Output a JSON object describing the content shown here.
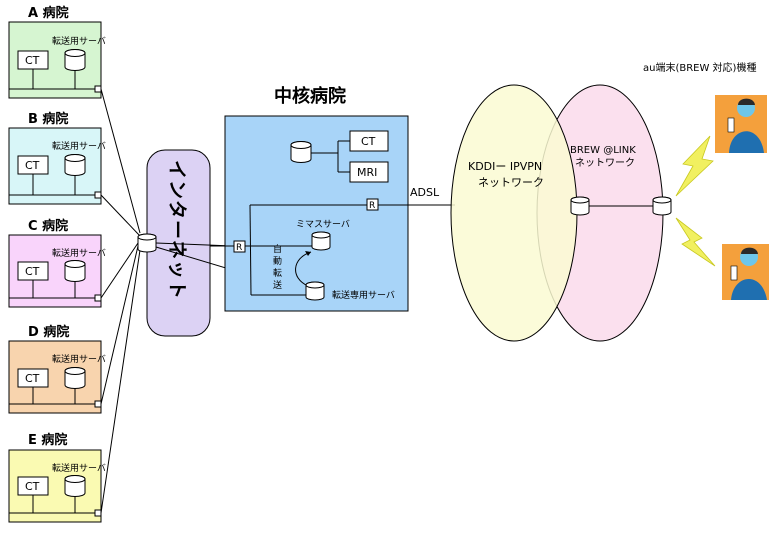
{
  "colors": {
    "hospital_a": "#d6f5d1",
    "hospital_b": "#d8f6f8",
    "hospital_c": "#f9d4fb",
    "hospital_d": "#f8d4ae",
    "hospital_e": "#fafab2",
    "internet": "#dcd2f4",
    "core": "#a8d4f8",
    "kddi": "#fafad2",
    "brew": "#fbe0ee",
    "bolt": "#f1f060"
  },
  "hospitals": [
    {
      "label": "A 病院",
      "server": "転送用サーバ",
      "device": "CT"
    },
    {
      "label": "B 病院",
      "server": "転送用サーバ",
      "device": "CT"
    },
    {
      "label": "C 病院",
      "server": "転送用サーバ",
      "device": "CT"
    },
    {
      "label": "D 病院",
      "server": "転送用サーバ",
      "device": "CT"
    },
    {
      "label": "E 病院",
      "server": "転送用サーバ",
      "device": "CT"
    }
  ],
  "internet": {
    "label": "インターネット"
  },
  "core": {
    "title": "中核病院",
    "ct": "CT",
    "mri": "MRI",
    "mirror_server": "ミマスサーバ",
    "auto_transfer": [
      "自",
      "動",
      "転",
      "送"
    ],
    "transfer_server": "転送専用サーバ",
    "router": "R"
  },
  "adsl": "ADSL",
  "kddi": {
    "line1": "KDDIー IPVPN",
    "line2": "ネットワーク"
  },
  "brew": {
    "line1": "BREW @LINK",
    "line2": "ネットワーク"
  },
  "terminal_label": "au端末(BREW 対応)機種"
}
